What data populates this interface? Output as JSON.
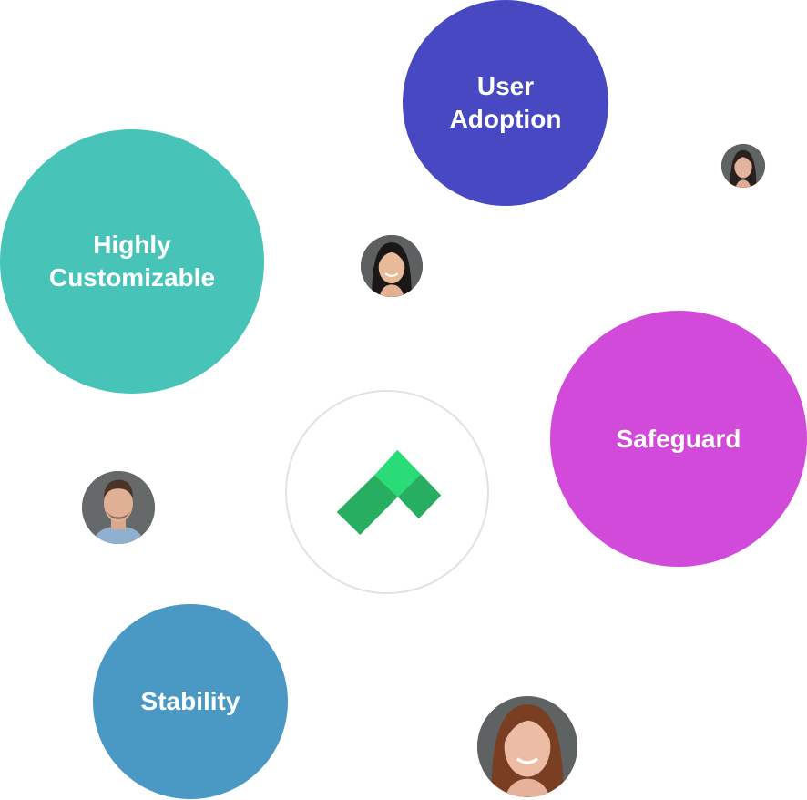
{
  "bubbles": [
    {
      "id": "user-adoption",
      "label": "User\nAdoption",
      "color": "#4848C3"
    },
    {
      "id": "highly-customizable",
      "label": "Highly\nCustomizable",
      "color": "#48C3B8"
    },
    {
      "id": "safeguard",
      "label": "Safeguard",
      "color": "#D24AD9"
    },
    {
      "id": "stability",
      "label": "Stability",
      "color": "#4A98C4"
    }
  ],
  "hub": {
    "logo_icon": "green-arrow-logo",
    "logo_colors": {
      "light": "#2ADC78",
      "dark": "#27AE60"
    },
    "border_color": "#E2E2E2"
  },
  "avatars": [
    {
      "id": "avatar-woman-black-hair"
    },
    {
      "id": "avatar-woman-brown-hair-small"
    },
    {
      "id": "avatar-man-blue-shirt"
    },
    {
      "id": "avatar-woman-auburn-hair"
    }
  ]
}
